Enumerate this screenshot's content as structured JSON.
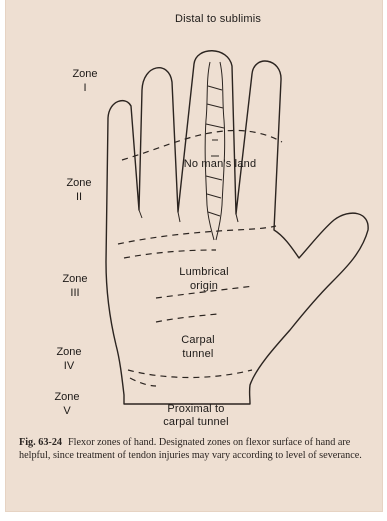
{
  "labels": {
    "top": "Distal to sublimis",
    "middle": "No man's land",
    "lumbrical_1": "Lumbrical",
    "lumbrical_2": "origin",
    "carpal_1": "Carpal",
    "carpal_2": "tunnel",
    "proximal_1": "Proximal to",
    "proximal_2": "carpal tunnel"
  },
  "zones": [
    {
      "word": "Zone",
      "numeral": "I"
    },
    {
      "word": "Zone",
      "numeral": "II"
    },
    {
      "word": "Zone",
      "numeral": "III"
    },
    {
      "word": "Zone",
      "numeral": "IV"
    },
    {
      "word": "Zone",
      "numeral": "V"
    }
  ],
  "caption": {
    "fig_number": "Fig. 63-24",
    "text": "Flexor zones of hand. Designated zones on flexor surface of hand are helpful, since treatment of tendon injuries may vary according to level of severance."
  },
  "colors": {
    "paper": "#eedfd2",
    "ink": "#2b2420"
  }
}
